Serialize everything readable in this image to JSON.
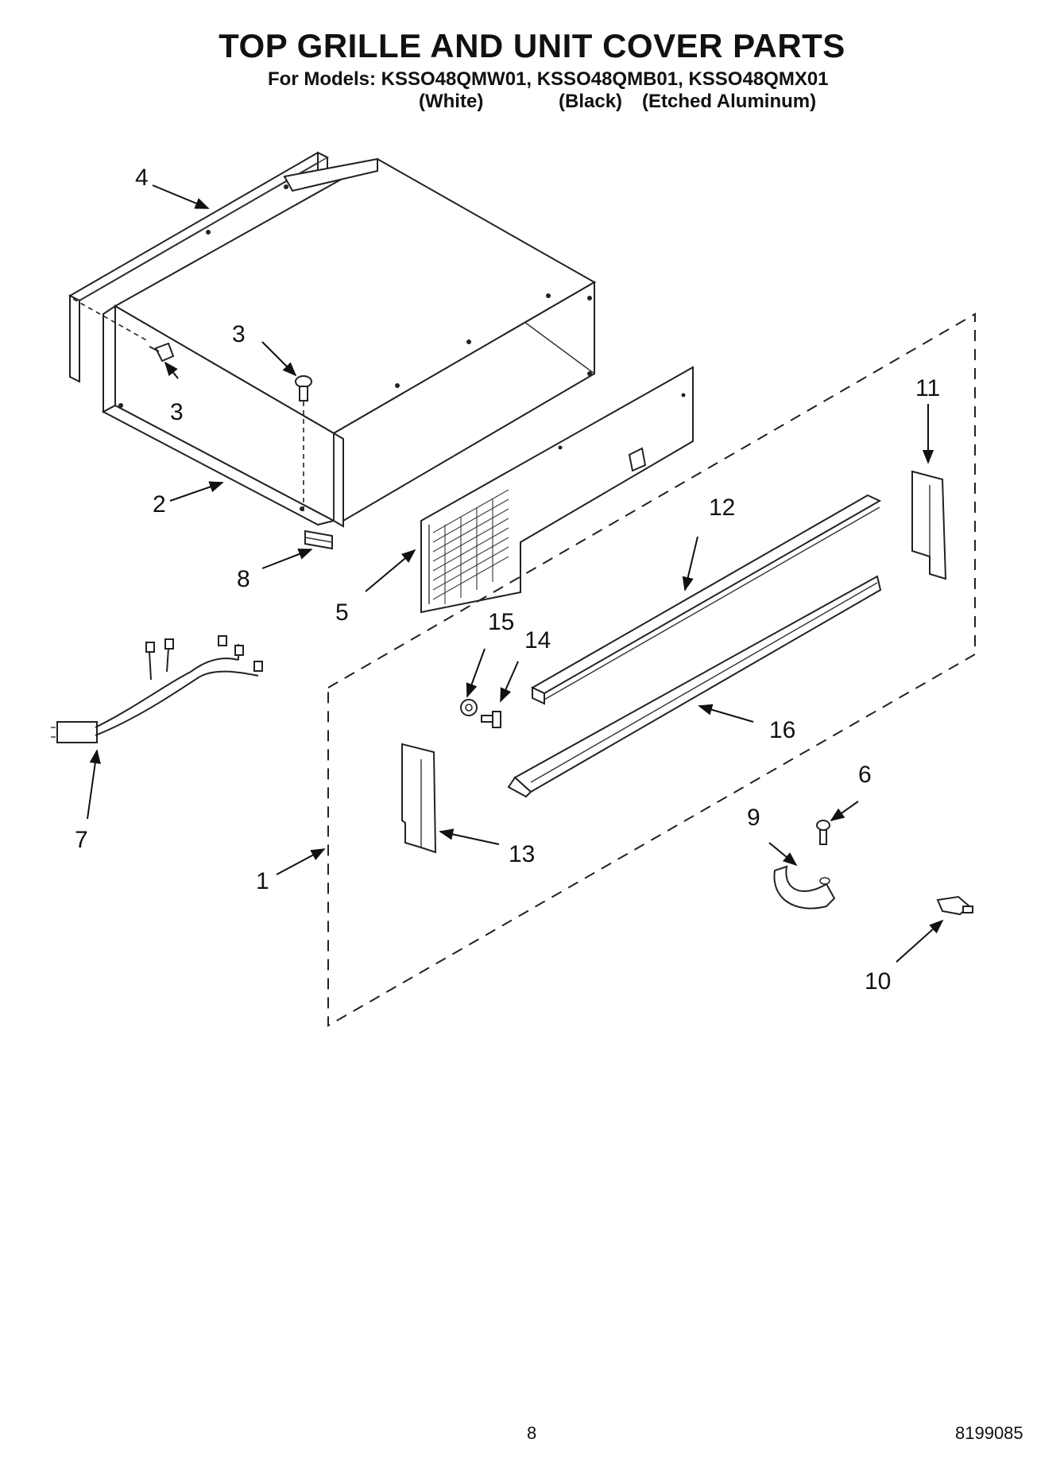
{
  "header": {
    "title": "TOP GRILLE AND UNIT COVER PARTS",
    "models_line": "For Models: KSSO48QMW01, KSSO48QMB01, KSSO48QMX01",
    "finishes": [
      "(White)",
      "(Black)",
      "(Etched Aluminum)"
    ]
  },
  "callouts": {
    "c1": "1",
    "c2": "2",
    "c3a": "3",
    "c3b": "3",
    "c4": "4",
    "c5": "5",
    "c6": "6",
    "c7": "7",
    "c8": "8",
    "c9": "9",
    "c10": "10",
    "c11": "11",
    "c12": "12",
    "c13": "13",
    "c14": "14",
    "c15": "15",
    "c16": "16"
  },
  "footer": {
    "page_number": "8",
    "document_number": "8199085"
  }
}
